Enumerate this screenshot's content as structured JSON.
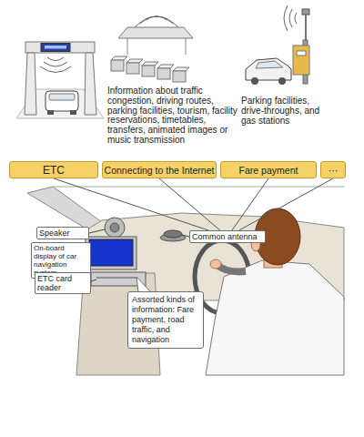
{
  "diagram": {
    "nodes": [
      {
        "text": [
          "ETC"
        ]
      },
      {
        "text": [
          "Connecting to the Internet"
        ]
      },
      {
        "text": [
          "Fare payment"
        ]
      },
      {
        "text": [
          "···"
        ]
      },
      {
        "text": [
          "Speaker"
        ]
      },
      {
        "text": [
          "Common antenna"
        ]
      },
      {
        "text": [
          "On-board display of car navigation system"
        ]
      },
      {
        "text": [
          "ETC card reader"
        ]
      },
      {
        "text": [
          "Assorted kinds of information: Fare payment, road traffic, and navigation"
        ]
      }
    ],
    "edges": [
      {
        "from": 0,
        "to": 5,
        "arrow": "none"
      },
      {
        "from": 1,
        "to": 5,
        "arrow": "none"
      },
      {
        "from": 2,
        "to": 5,
        "arrow": "none"
      },
      {
        "from": 3,
        "to": 5,
        "arrow": "none"
      }
    ],
    "labels": [
      "Information about traffic congestion, driving routes, parking facilities, tourism, facility reservations, timetables, transfers, animated images or music transmission",
      "Parking facilities, drive-throughs, and gas stations"
    ]
  }
}
